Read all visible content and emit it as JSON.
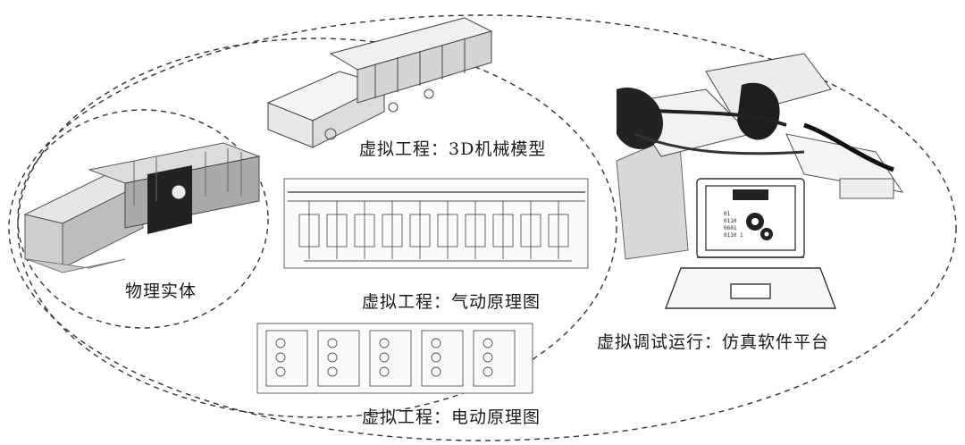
{
  "labels": {
    "physical_entity": "物理实体",
    "virtual_3d": "虚拟工程：3D机械模型",
    "virtual_pneumatic": "虚拟工程：气动原理图",
    "virtual_electric": "虚拟工程：电动原理图",
    "virtual_commissioning": "虚拟调试运行：仿真软件平台"
  },
  "screen_text": [
    "01",
    "0110",
    "0601",
    "0110 1"
  ],
  "colors": {
    "line": "#333333",
    "ink": "#1a1a1a",
    "device": "#d9d9d9",
    "dark": "#2a2a2a"
  }
}
